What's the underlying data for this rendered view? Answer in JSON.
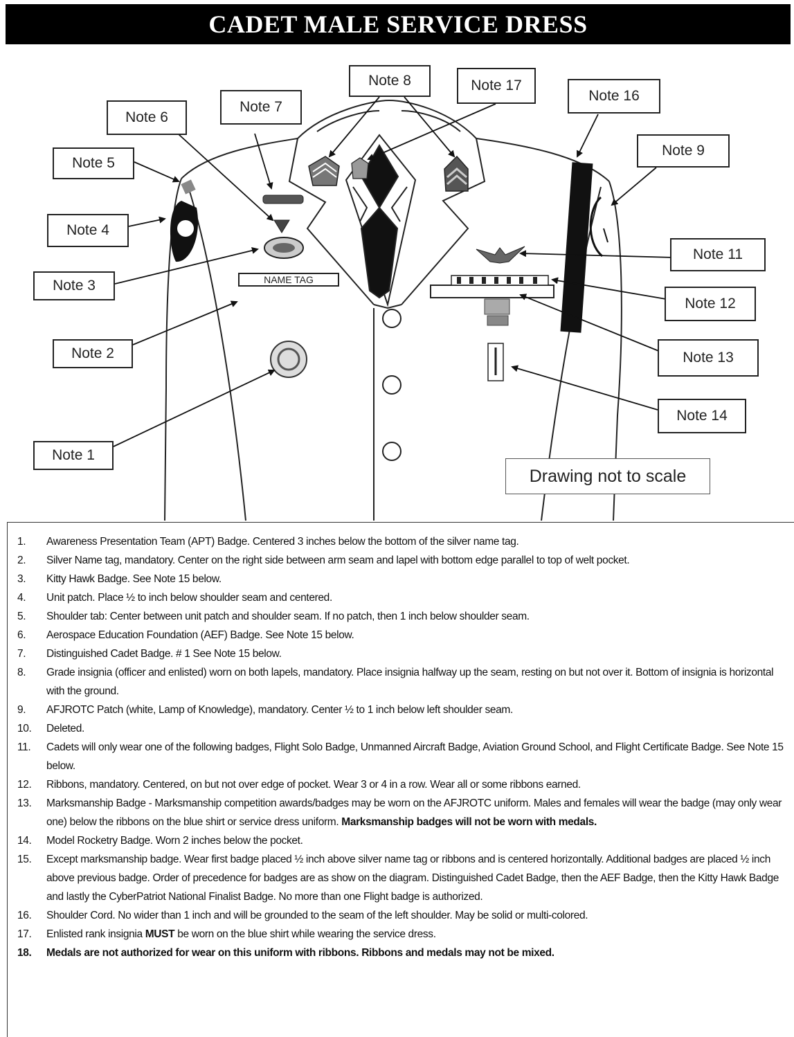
{
  "title": "CADET MALE SERVICE DRESS",
  "callouts": {
    "note1": "Note 1",
    "note2": "Note 2",
    "note3": "Note 3",
    "note4": "Note 4",
    "note5": "Note 5",
    "note6": "Note 6",
    "note7": "Note 7",
    "note8": "Note 8",
    "note9": "Note 9",
    "note11": "Note 11",
    "note12": "Note 12",
    "note13": "Note 13",
    "note14": "Note 14",
    "note16": "Note 16",
    "note17": "Note 17"
  },
  "name_tag": "NAME TAG",
  "scale_note": "Drawing not to scale",
  "notes": [
    {
      "num": "1.",
      "text": "Awareness Presentation Team (APT) Badge.  Centered 3 inches below the bottom of the silver name tag."
    },
    {
      "num": "2.",
      "text": "Silver Name tag, mandatory.  Center on the right side between arm seam and lapel with bottom edge parallel to top of welt pocket."
    },
    {
      "num": "3.",
      "text": "Kitty Hawk Badge.  See Note 15 below."
    },
    {
      "num": "4.",
      "text": "Unit patch.  Place ½ to inch below shoulder seam and centered."
    },
    {
      "num": "5.",
      "text": "Shoulder tab:  Center between unit patch and shoulder seam.  If no patch, then 1 inch below shoulder seam."
    },
    {
      "num": "6.",
      "text": "Aerospace Education Foundation (AEF) Badge.  See Note 15 below."
    },
    {
      "num": "7.",
      "text": "Distinguished Cadet Badge.  # 1 See Note 15 below."
    },
    {
      "num": "8.",
      "text": "Grade insignia (officer and enlisted) worn on both lapels, mandatory.  Place insignia halfway up the seam, resting on but not over it. Bottom of insignia is horizontal with the ground."
    },
    {
      "num": "9.",
      "text": "AFJROTC Patch (white, Lamp of Knowledge), mandatory.  Center ½ to 1 inch below left shoulder seam."
    },
    {
      "num": "10.",
      "text": "Deleted."
    },
    {
      "num": "11.",
      "text": "Cadets will only wear one of the following badges, Flight Solo Badge, Unmanned Aircraft Badge, Aviation Ground School, and Flight Certificate Badge.  See Note 15 below."
    },
    {
      "num": "12.",
      "text": "Ribbons, mandatory.  Centered, on but not over edge of pocket.  Wear 3 or 4 in a row.  Wear all or some ribbons earned."
    },
    {
      "num": "13.",
      "text": "Marksmanship Badge - Marksmanship competition awards/badges may be worn on the AFJROTC uniform.  Males and females will wear the badge (may only wear one) below the ribbons on the blue shirt or service dress uniform.",
      "bold_text": "Marksmanship badges will not be worn with medals."
    },
    {
      "num": "14.",
      "text": "Model Rocketry Badge.  Worn 2 inches below the pocket."
    },
    {
      "num": "15.",
      "text": "Except marksmanship badge.  Wear first badge placed ½ inch above silver name tag or ribbons and is centered horizontally. Additional badges are placed ½ inch above previous badge. Order of precedence for badges are as show on the diagram. Distinguished Cadet Badge, then the AEF Badge, then the Kitty Hawk Badge and lastly the CyberPatriot National Finalist Badge.  No more than one Flight badge is authorized."
    },
    {
      "num": "16.",
      "text": "Shoulder Cord.  No wider than 1 inch and will be grounded to the seam of the left shoulder.  May be solid or multi-colored."
    },
    {
      "num": "17.",
      "text": "Enlisted rank insignia",
      "bold_text": "MUST",
      "text_after": "be worn on the blue shirt while wearing the service dress."
    },
    {
      "num": "18.",
      "text": "Medals are not authorized for wear on this uniform with ribbons.  Ribbons and medals may not be mixed.",
      "bold": true
    }
  ]
}
